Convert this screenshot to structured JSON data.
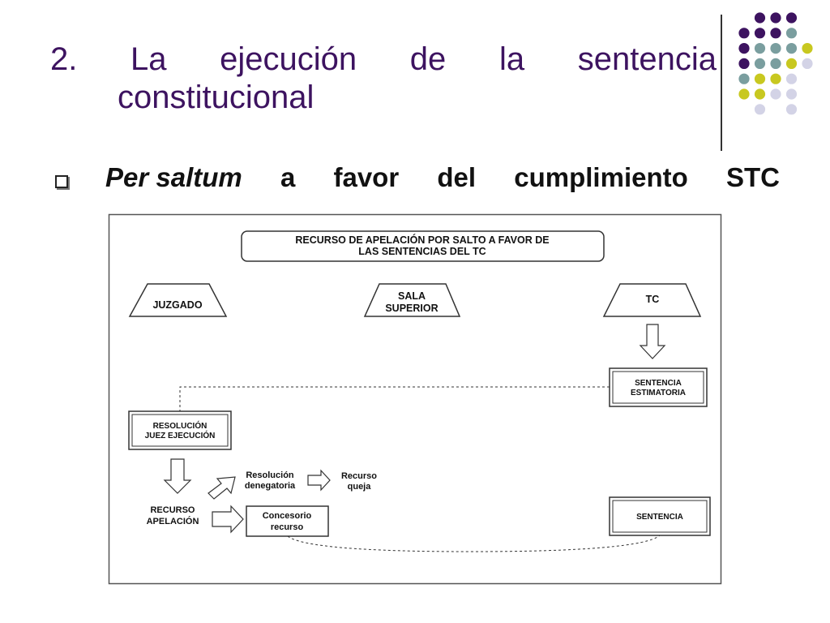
{
  "title": {
    "number": "2.",
    "words": [
      "La",
      "ejecución",
      "de",
      "la",
      "sentencia"
    ],
    "line2": "constitucional"
  },
  "bullet": {
    "italic_part": "Per saltum",
    "rest_words": [
      "a",
      "favor",
      "del",
      "cumplimiento",
      "STC"
    ]
  },
  "diagram": {
    "header_line1": "RECURSO DE APELACIÓN POR SALTO A FAVOR DE",
    "header_line2": "LAS SENTENCIAS DEL TC",
    "juzgado": "JUZGADO",
    "sala_line1": "SALA",
    "sala_line2": "SUPERIOR",
    "tc": "TC",
    "sentencia_est_line1": "SENTENCIA",
    "sentencia_est_line2": "ESTIMATORIA",
    "resolucion_line1": "RESOLUCIÓN",
    "resolucion_line2": "JUEZ EJECUCIÓN",
    "recurso_apel_line1": "RECURSO",
    "recurso_apel_line2": "APELACIÓN",
    "res_deneg_line1": "Resolución",
    "res_deneg_line2": "denegatoria",
    "recurso_queja_line1": "Recurso",
    "recurso_queja_line2": "queja",
    "concesorio_line1": "Concesorio",
    "concesorio_line2": "recurso",
    "sentencia": "SENTENCIA"
  },
  "colors": {
    "title": "#3d1360",
    "dot_purple": "#3d1360",
    "dot_teal": "#7a9e9f",
    "dot_lime": "#c8c820",
    "dot_lavender": "#d3d3e6"
  }
}
